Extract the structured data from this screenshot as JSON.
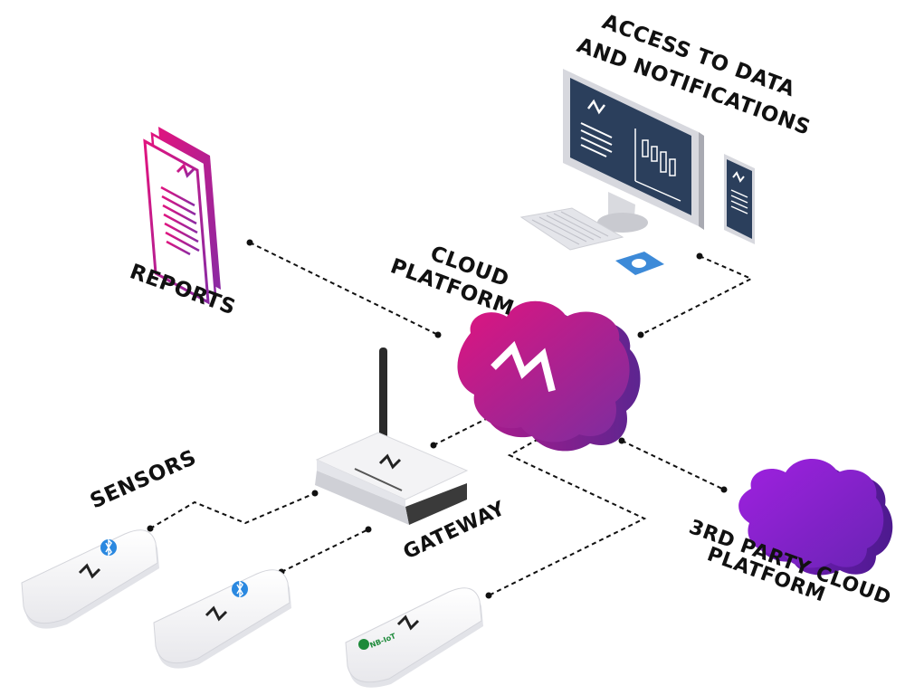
{
  "labels": {
    "access_line1": "ACCESS TO DATA",
    "access_line2": "AND NOTIFICATIONS",
    "reports": "REPORTS",
    "cloud_line1": "CLOUD",
    "cloud_line2": "PLATFORM",
    "sensors": "SENSORS",
    "gateway": "GATEWAY",
    "third_line1": "3RD PARTY CLOUD",
    "third_line2": "PLATFORM",
    "nbiot": "NB-IoT"
  },
  "colors": {
    "cloud_start": "#e0147f",
    "cloud_end": "#7a2ea0",
    "third_cloud_start": "#9b1fd6",
    "third_cloud_end": "#6a24b5",
    "report_start": "#e0147f",
    "report_end": "#8a2aa3",
    "monitor_screen": "#2b3f5c",
    "bluetooth": "#2a88e0",
    "nbiot": "#1d8a3a",
    "connector": "#111111"
  },
  "icons": [
    "bluetooth-icon",
    "nbiot-icon",
    "zigzag-logo-icon",
    "mouse-icon"
  ]
}
